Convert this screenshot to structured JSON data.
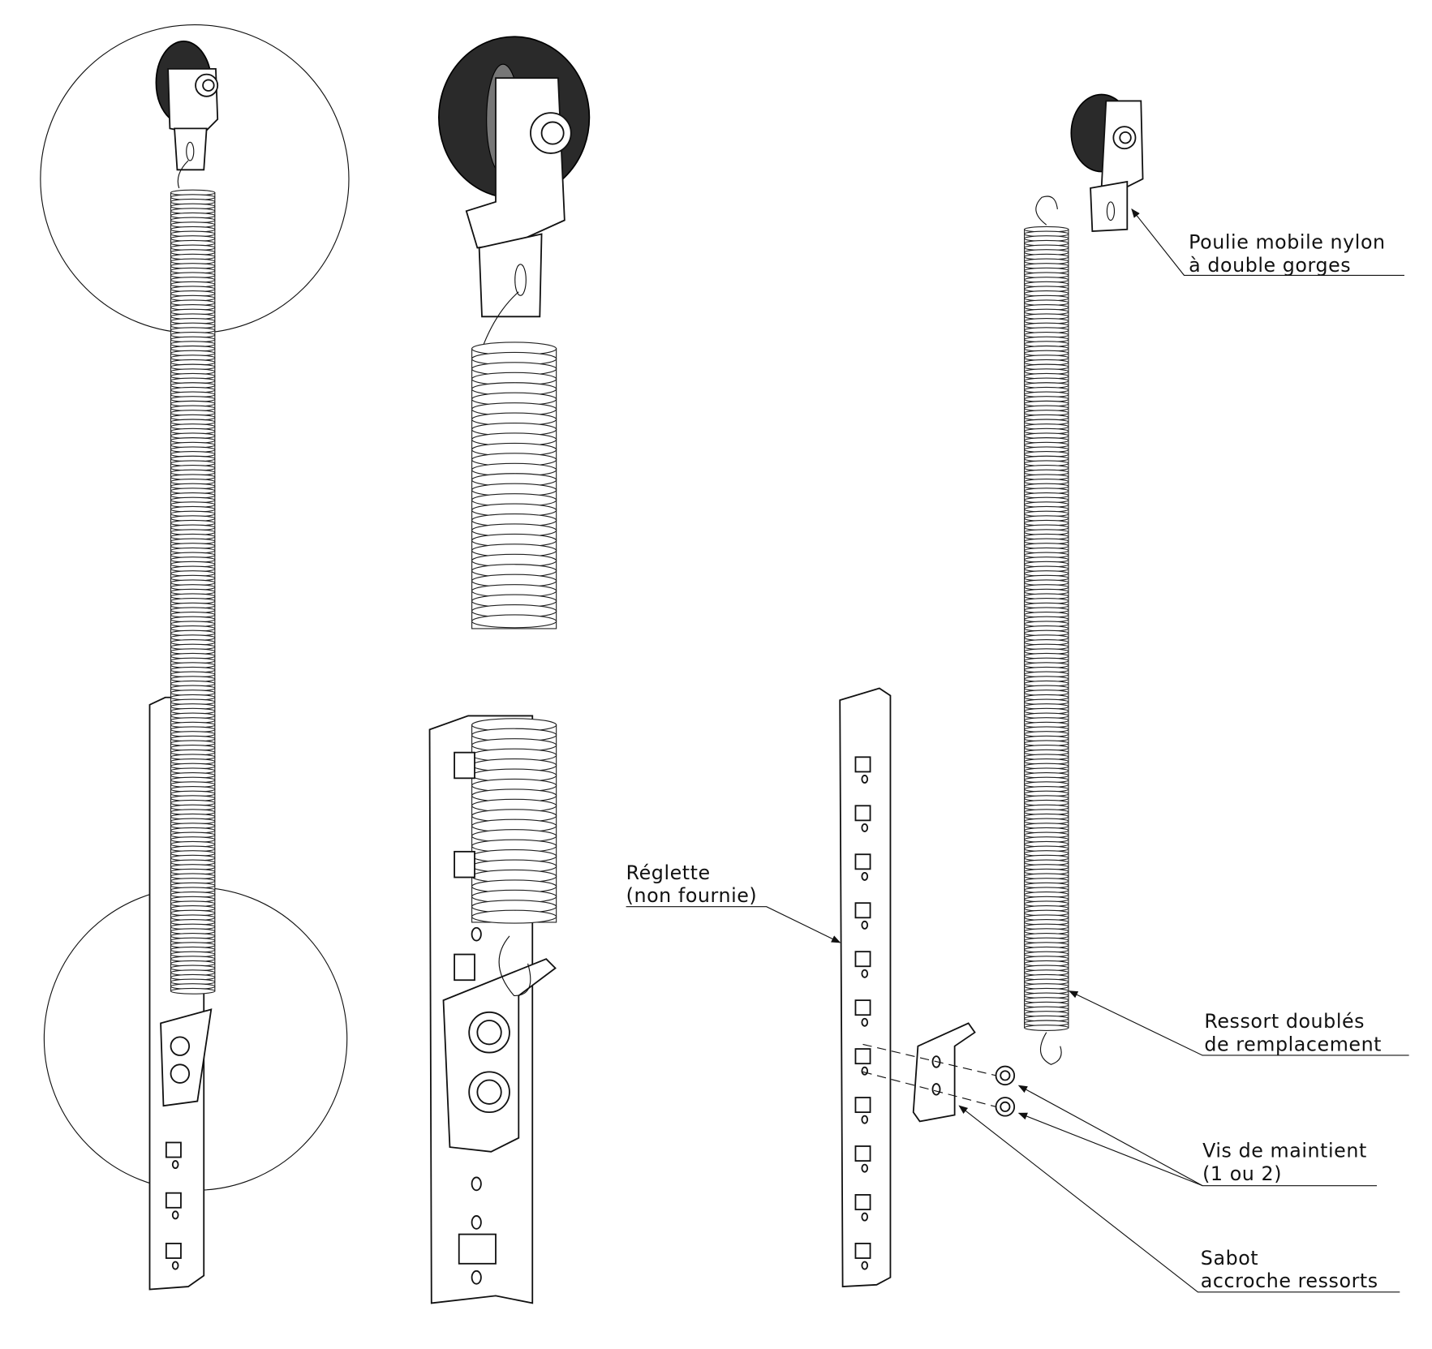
{
  "labels": {
    "pulley": [
      "Poulie mobile nylon",
      "à double gorges"
    ],
    "rail": [
      "Réglette",
      "(non fournie)"
    ],
    "spring": [
      "Ressort doublés",
      "de remplacement"
    ],
    "screws": [
      "Vis de maintient",
      "(1 ou 2)"
    ],
    "shoe": [
      "Sabot",
      "accroche ressorts"
    ]
  }
}
